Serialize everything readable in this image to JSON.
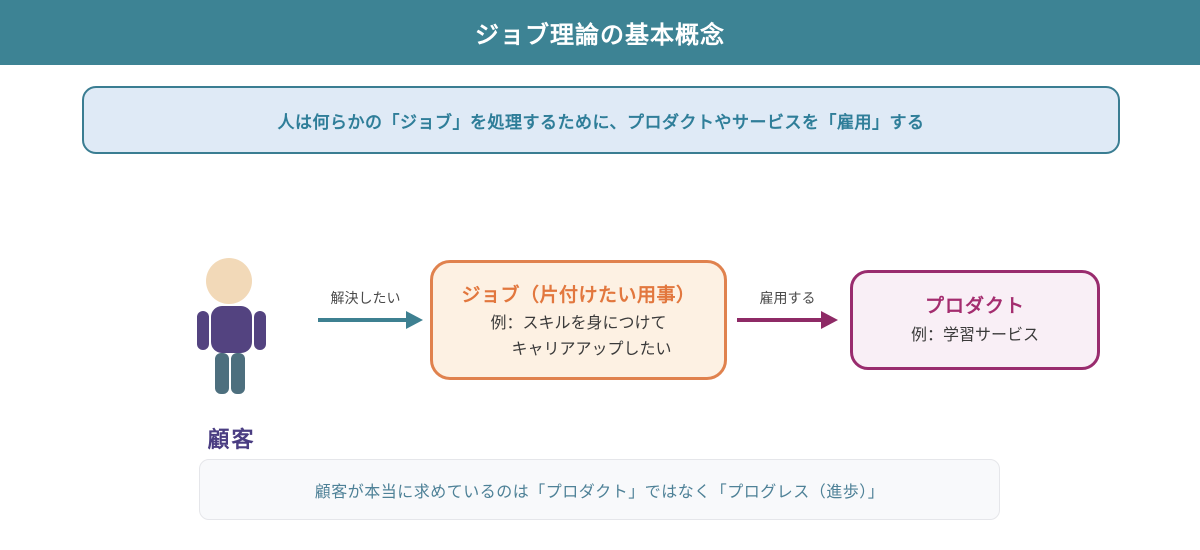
{
  "header": {
    "title": "ジョブ理論の基本概念"
  },
  "premise": {
    "text": "人は何らかの「ジョブ」を処理するために、プロダクトやサービスを「雇用」する"
  },
  "diagram": {
    "customer": {
      "label": "顧客"
    },
    "solve_arrow": {
      "label": "解決したい"
    },
    "job_box": {
      "title": "ジョブ（片付けたい用事）",
      "example_line1": "例：スキルを身につけて",
      "example_line2": "キャリアアップしたい"
    },
    "hire_arrow": {
      "label": "雇用する"
    },
    "product_box": {
      "title": "プロダクト",
      "example": "例：学習サービス"
    }
  },
  "footer_note": {
    "text": "顧客が本当に求めているのは「プロダクト」ではなく「プログレス（進歩）」"
  },
  "colors": {
    "header-bg": "#3d8394",
    "premise-bg": "#dfeaf6",
    "premise-border": "#3a7d92",
    "premise-text": "#2f7e99",
    "figure-skin": "#f2d9b8",
    "figure-body": "#534380",
    "figure-legs": "#4d6f7e",
    "customer-label": "#4a3d82",
    "solve-arrow": "#3e8091",
    "arrow-label": "#4a4a4a",
    "job-bg": "#fdf1e3",
    "job-border": "#e0824e",
    "job-title": "#e2773e",
    "hire-arrow": "#8e2a66",
    "product-bg": "#f9eff6",
    "product-border": "#992c6e",
    "product-title": "#a42d6f",
    "body-text": "#3a3a3a",
    "note-bg": "#f8f9fb",
    "note-border": "#e5e6ea",
    "note-text": "#4e8197"
  }
}
